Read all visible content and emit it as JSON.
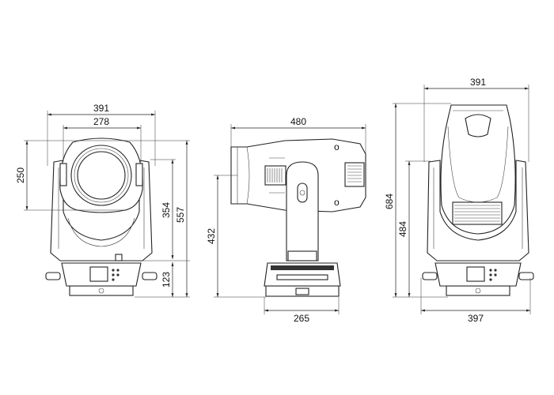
{
  "views": {
    "front": {
      "dims": {
        "width_total": "391",
        "width_head": "278",
        "height_head": "250",
        "height_yoke": "354",
        "height_total": "557",
        "height_base": "123"
      }
    },
    "side": {
      "dims": {
        "length_head": "480",
        "height_axis": "432",
        "width_base": "265"
      }
    },
    "back": {
      "dims": {
        "width_top": "391",
        "height_total": "684",
        "height_yoke": "484",
        "width_base": "397"
      }
    }
  },
  "colors": {
    "line": "#222222",
    "background": "#ffffff"
  }
}
